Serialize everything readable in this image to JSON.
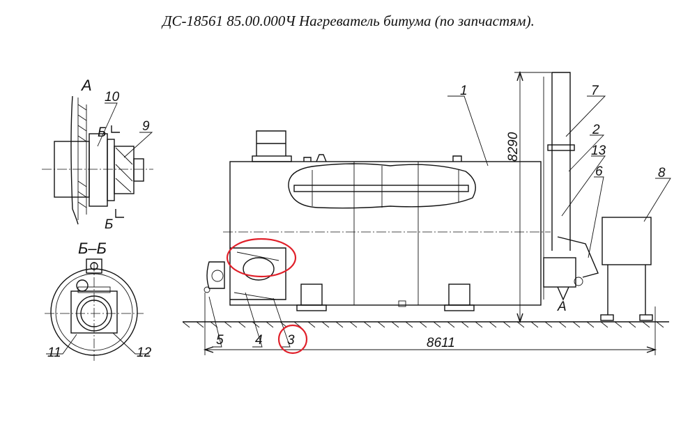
{
  "title": "ДС-18561 85.00.000Ч  Нагреватель битума  (по запчастям).",
  "views": {
    "detail_a": {
      "label": "А"
    },
    "section_b": {
      "label": "Б–Б",
      "cut_mark": "Б"
    },
    "main_marker_a": "А"
  },
  "dimensions": {
    "height": "8290",
    "length": "8611"
  },
  "callouts": {
    "c1": "1",
    "c2": "2",
    "c3": "3",
    "c4": "4",
    "c5": "5",
    "c6": "6",
    "c7": "7",
    "c8": "8",
    "c9": "9",
    "c10": "10",
    "c11": "11",
    "c12": "12",
    "c13": "13"
  },
  "highlight_color": "#e0202a"
}
